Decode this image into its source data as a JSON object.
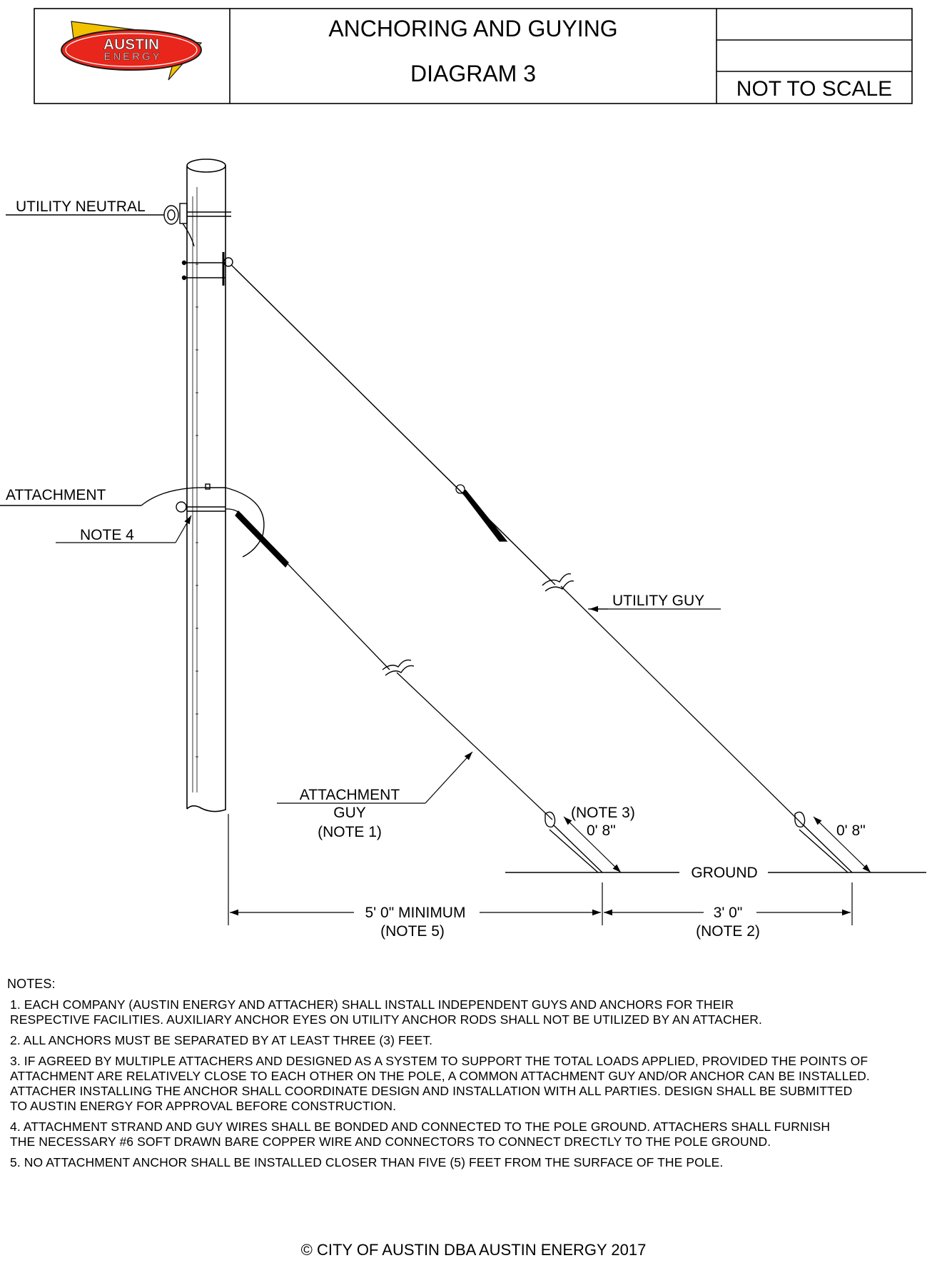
{
  "logo": {
    "line1": "AUSTIN",
    "line2": "ENERGY",
    "colors": {
      "bolt": "#f2c200",
      "oval": "#e8261b",
      "outline": "#1a1a1a"
    }
  },
  "header": {
    "title_line1": "ANCHORING AND GUYING",
    "title_line2": "DIAGRAM 3",
    "scale_label": "NOT TO SCALE"
  },
  "labels": {
    "utility_neutral": "UTILITY NEUTRAL",
    "attachment": "ATTACHMENT",
    "note4": "NOTE 4",
    "utility_guy": "UTILITY GUY",
    "attachment_guy_line1": "ATTACHMENT",
    "attachment_guy_line2": "GUY",
    "attachment_guy_line3": "(NOTE 1)",
    "note3": "(NOTE 3)",
    "left_offset": "0' 8\"",
    "right_offset": "0' 8\"",
    "ground": "GROUND",
    "dim_left_value": "5' 0\" MINIMUM",
    "dim_left_note": "(NOTE 5)",
    "dim_right_value": "3' 0\"",
    "dim_right_note": "(NOTE 2)"
  },
  "notes": {
    "heading": "NOTES:",
    "items": [
      "1. EACH COMPANY (AUSTIN ENERGY AND ATTACHER) SHALL INSTALL INDEPENDENT GUYS AND ANCHORS FOR THEIR\nRESPECTIVE FACILITIES.  AUXILIARY ANCHOR EYES ON UTILITY ANCHOR RODS SHALL NOT BE UTILIZED BY AN ATTACHER.",
      "2. ALL ANCHORS MUST BE SEPARATED BY AT LEAST THREE (3) FEET.",
      "3. IF AGREED BY MULTIPLE ATTACHERS AND DESIGNED AS A SYSTEM TO SUPPORT THE TOTAL LOADS APPLIED, PROVIDED THE POINTS OF\nATTACHMENT ARE RELATIVELY CLOSE TO EACH OTHER ON THE POLE, A COMMON ATTACHMENT GUY AND/OR ANCHOR CAN BE INSTALLED.\nATTACHER INSTALLING THE ANCHOR SHALL COORDINATE DESIGN AND INSTALLATION WITH ALL PARTIES.  DESIGN SHALL BE SUBMITTED\nTO AUSTIN ENERGY FOR APPROVAL BEFORE CONSTRUCTION.",
      "4. ATTACHMENT STRAND AND GUY WIRES SHALL BE BONDED AND CONNECTED TO THE POLE GROUND.  ATTACHERS SHALL FURNISH\nTHE NECESSARY #6 SOFT DRAWN BARE COPPER WIRE AND CONNECTORS TO CONNECT DRECTLY TO THE POLE GROUND.",
      "5.  NO ATTACHMENT ANCHOR SHALL BE INSTALLED CLOSER THAN FIVE (5) FEET FROM THE SURFACE OF THE POLE."
    ]
  },
  "copyright": "© CITY OF AUSTIN DBA AUSTIN ENERGY 2017"
}
